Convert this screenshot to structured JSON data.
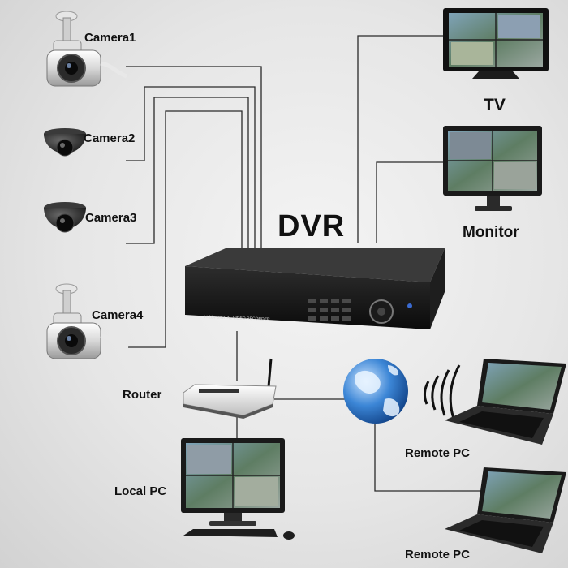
{
  "diagram": {
    "title": "DVR",
    "dvr_panel_text": "H.264 DIGITAL VIDEO RECORDER",
    "cameras": [
      "Camera1",
      "Camera2",
      "Camera3",
      "Camera4"
    ],
    "outputs": {
      "tv": "TV",
      "monitor": "Monitor"
    },
    "network": {
      "router": "Router",
      "local_pc": "Local PC",
      "remote_pc_1": "Remote PC",
      "remote_pc_2": "Remote PC"
    },
    "icons": [
      "bullet-camera-icon",
      "dome-camera-icon",
      "tv-icon",
      "monitor-icon",
      "router-icon",
      "globe-icon",
      "wifi-signal-icon",
      "laptop-icon",
      "desktop-pc-icon"
    ]
  }
}
